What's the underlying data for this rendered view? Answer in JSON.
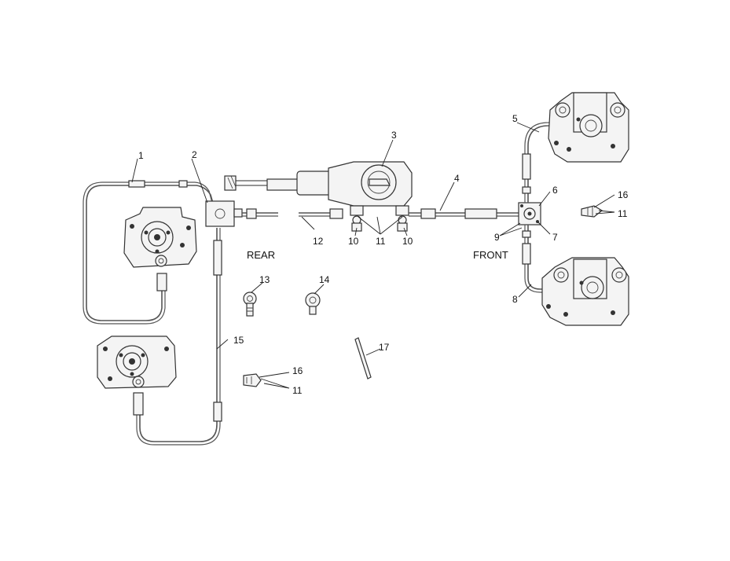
{
  "diagram": {
    "zones": {
      "rear": "REAR",
      "front": "FRONT"
    },
    "callouts": {
      "c1": "1",
      "c2": "2",
      "c3": "3",
      "c4": "4",
      "c5": "5",
      "c6": "6",
      "c7": "7",
      "c8": "8",
      "c9": "9",
      "c10a": "10",
      "c10b": "10",
      "c11a": "11",
      "c11b": "11",
      "c11c": "11",
      "c12": "12",
      "c13": "13",
      "c14": "14",
      "c15": "15",
      "c16a": "16",
      "c16b": "16",
      "c17": "17"
    }
  }
}
